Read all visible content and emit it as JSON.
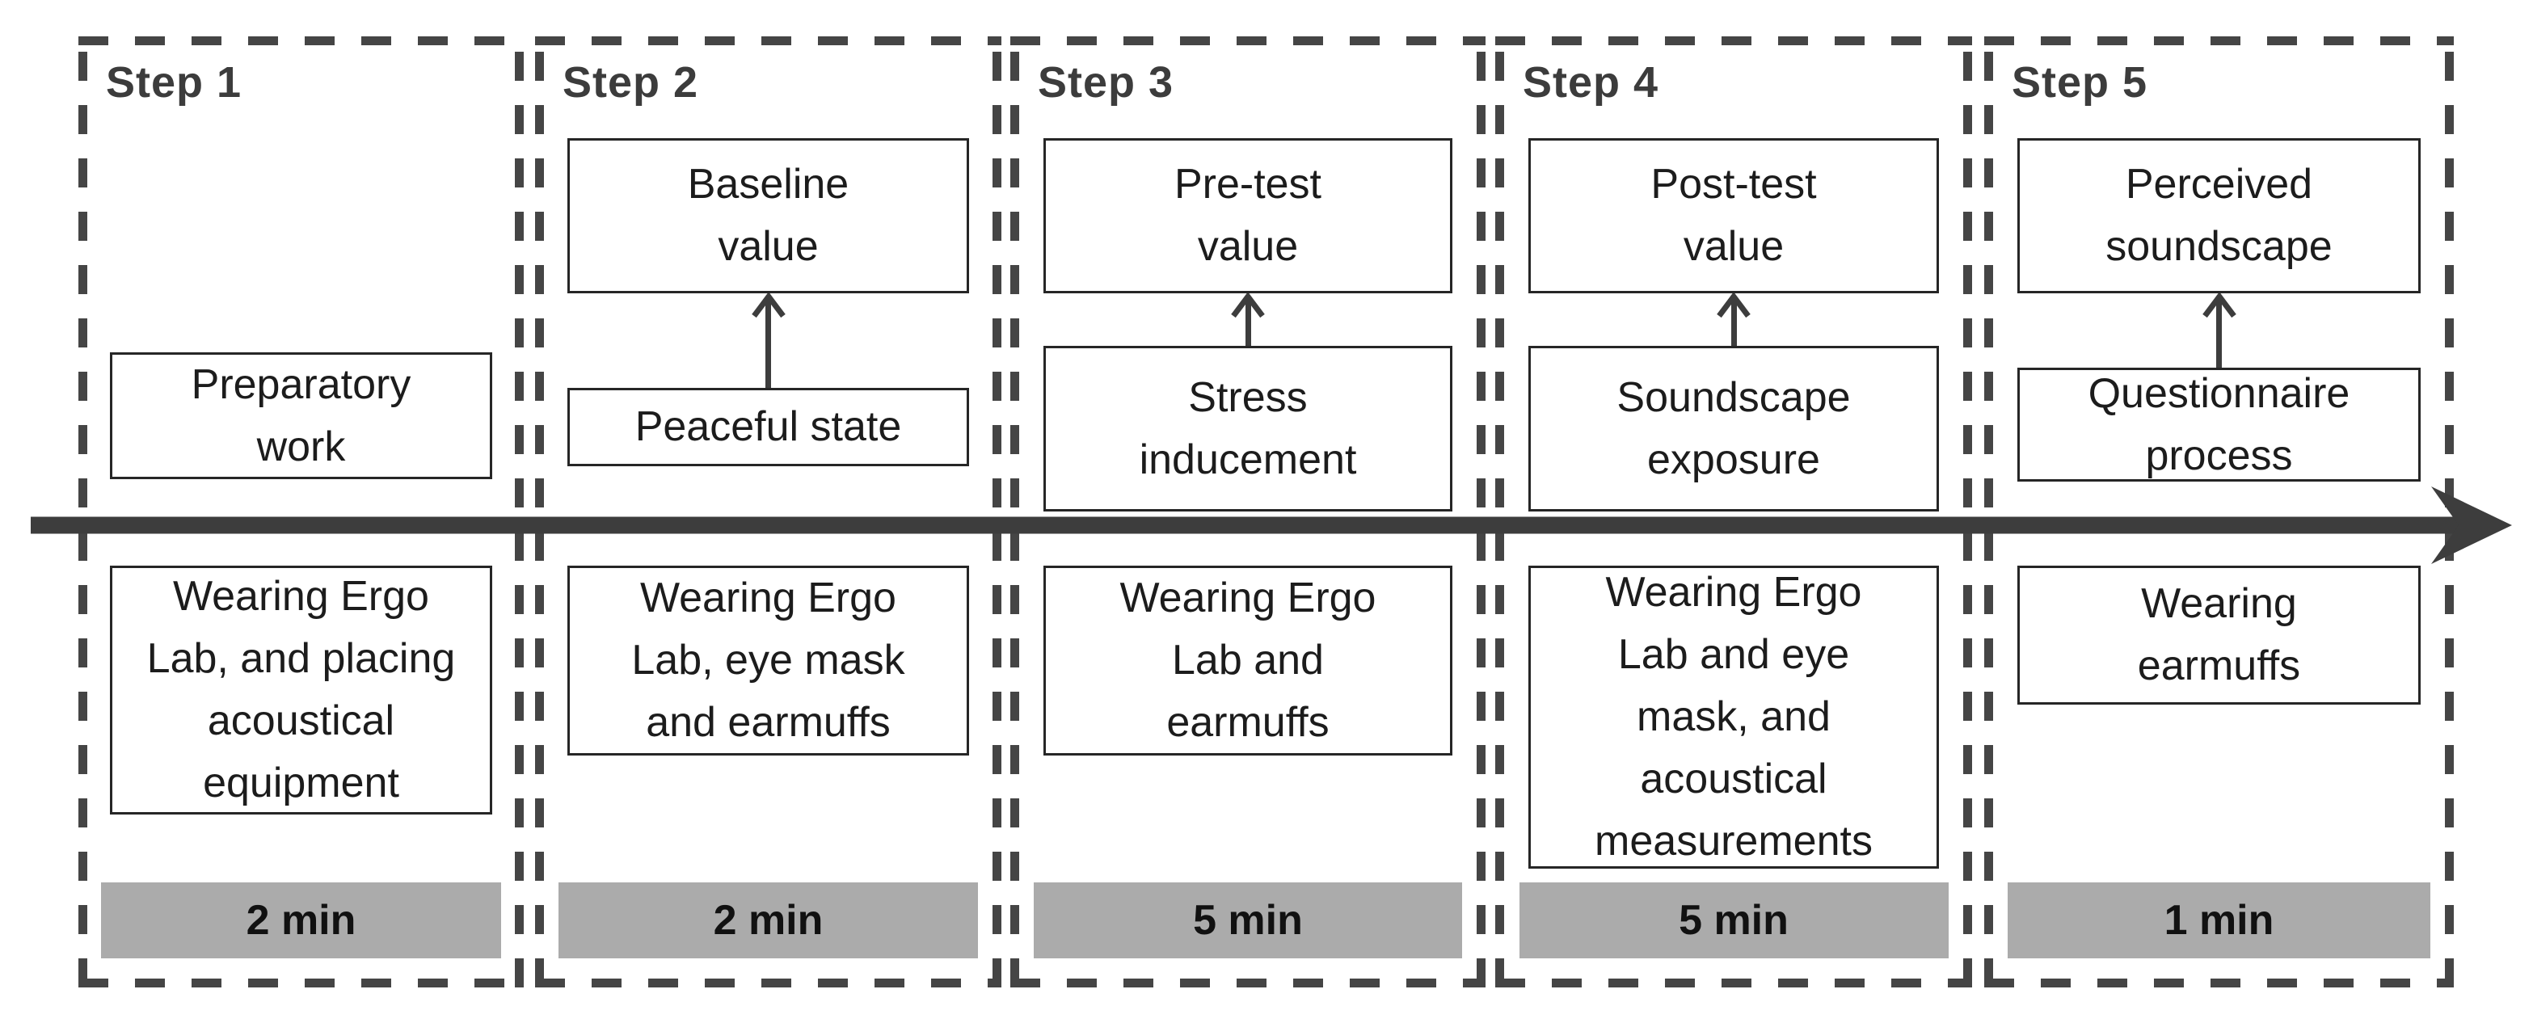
{
  "diagram": {
    "kind": "experimental-procedure-timeline",
    "colors": {
      "dashed_border": "#454545",
      "box_border": "#262626",
      "timeline_arrow": "#3d3d3d",
      "duration_bg": "#ababab",
      "text": "#1c1c1c"
    }
  },
  "steps": [
    {
      "label": "Step 1",
      "top_box": null,
      "mid_box": "Preparatory\nwork",
      "bottom_box": "Wearing Ergo\nLab, and placing\nacoustical\nequipment",
      "duration": "2 min"
    },
    {
      "label": "Step 2",
      "top_box": "Baseline\nvalue",
      "mid_box": "Peaceful state",
      "bottom_box": "Wearing Ergo\nLab, eye mask\nand earmuffs",
      "duration": "2 min"
    },
    {
      "label": "Step 3",
      "top_box": "Pre-test\nvalue",
      "mid_box": "Stress\ninducement",
      "bottom_box": "Wearing Ergo\nLab and\nearmuffs",
      "duration": "5 min"
    },
    {
      "label": "Step 4",
      "top_box": "Post-test\nvalue",
      "mid_box": "Soundscape\nexposure",
      "bottom_box": "Wearing Ergo\nLab and eye\nmask, and\nacoustical\nmeasurements",
      "duration": "5 min"
    },
    {
      "label": "Step 5",
      "top_box": "Perceived\nsoundscape",
      "mid_box": "Questionnaire\nprocess",
      "bottom_box": "Wearing\nearmuffs",
      "duration": "1 min"
    }
  ]
}
